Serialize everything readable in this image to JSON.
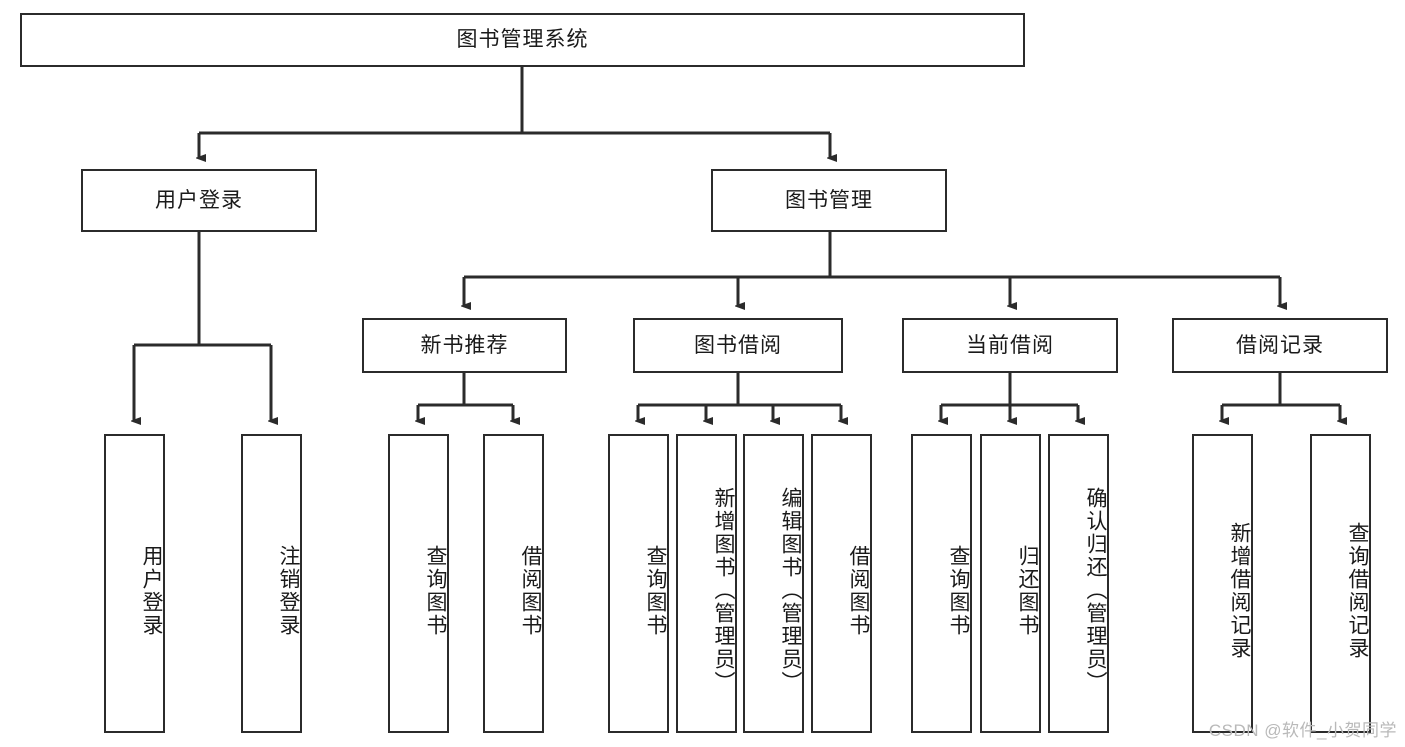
{
  "diagram": {
    "title_text": "图书管理系统",
    "type": "tree-hierarchy-diagram",
    "stroke_color": "#2b2b2b",
    "fill_color": "#ffffff",
    "text_color": "#1a1a1a",
    "root": {
      "label": "图书管理系统"
    },
    "level2": [
      {
        "label": "用户登录"
      },
      {
        "label": "图书管理"
      }
    ],
    "level3": [
      {
        "label": "新书推荐"
      },
      {
        "label": "图书借阅"
      },
      {
        "label": "当前借阅"
      },
      {
        "label": "借阅记录"
      }
    ],
    "leaves": {
      "user_login": [
        {
          "label": "用户登录"
        },
        {
          "label": "注销登录"
        }
      ],
      "new_book_recommend": [
        {
          "label": "查询图书"
        },
        {
          "label": "借阅图书"
        }
      ],
      "book_borrow": [
        {
          "label": "查询图书"
        },
        {
          "label": "新增图书（管理员）"
        },
        {
          "label": "编辑图书（管理员）"
        },
        {
          "label": "借阅图书"
        }
      ],
      "current_borrow": [
        {
          "label": "查询图书"
        },
        {
          "label": "归还图书"
        },
        {
          "label": "确认归还（管理员）"
        }
      ],
      "borrow_record": [
        {
          "label": "新增借阅记录"
        },
        {
          "label": "查询借阅记录"
        }
      ]
    }
  },
  "watermark": {
    "text": "CSDN @软件_小贺同学"
  }
}
